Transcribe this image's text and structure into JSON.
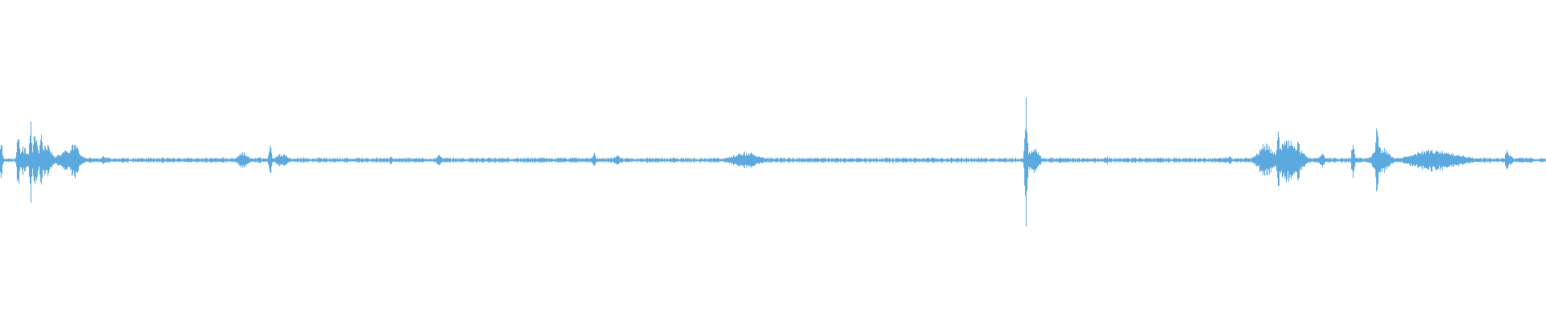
{
  "waveform": {
    "color": "#5ca9e0",
    "background": "#ffffff",
    "type": "audio-waveform",
    "amplitude_range": [
      -1,
      1
    ],
    "baseline_noise": 0.012,
    "events": [
      {
        "t": 0.0005,
        "amp": 0.14,
        "dur": 0.001
      },
      {
        "t": 0.0115,
        "amp": 0.2,
        "dur": 0.001
      },
      {
        "t": 0.015,
        "amp": 0.1,
        "dur": 0.003
      },
      {
        "t": 0.0195,
        "amp": 0.3,
        "dur": 0.001
      },
      {
        "t": 0.0225,
        "amp": 0.18,
        "dur": 0.002
      },
      {
        "t": 0.0265,
        "amp": 0.28,
        "dur": 0.001
      },
      {
        "t": 0.03,
        "amp": 0.12,
        "dur": 0.004
      },
      {
        "t": 0.044,
        "amp": 0.08,
        "dur": 0.008
      },
      {
        "t": 0.048,
        "amp": 0.14,
        "dur": 0.003
      },
      {
        "t": 0.067,
        "amp": 0.03,
        "dur": 0.002
      },
      {
        "t": 0.157,
        "amp": 0.06,
        "dur": 0.004
      },
      {
        "t": 0.1745,
        "amp": 0.13,
        "dur": 0.001
      },
      {
        "t": 0.182,
        "amp": 0.05,
        "dur": 0.004
      },
      {
        "t": 0.2525,
        "amp": 0.03,
        "dur": 0.001
      },
      {
        "t": 0.284,
        "amp": 0.04,
        "dur": 0.002
      },
      {
        "t": 0.384,
        "amp": 0.06,
        "dur": 0.001
      },
      {
        "t": 0.399,
        "amp": 0.04,
        "dur": 0.002
      },
      {
        "t": 0.482,
        "amp": 0.06,
        "dur": 0.01
      },
      {
        "t": 0.54,
        "amp": 0.02,
        "dur": 0.001
      },
      {
        "t": 0.6635,
        "amp": 0.5,
        "dur": 0.001
      },
      {
        "t": 0.668,
        "amp": 0.1,
        "dur": 0.004
      },
      {
        "t": 0.716,
        "amp": 0.03,
        "dur": 0.001
      },
      {
        "t": 0.749,
        "amp": 0.02,
        "dur": 0.002
      },
      {
        "t": 0.769,
        "amp": 0.02,
        "dur": 0.002
      },
      {
        "t": 0.7955,
        "amp": 0.04,
        "dur": 0.001
      },
      {
        "t": 0.8185,
        "amp": 0.12,
        "dur": 0.006
      },
      {
        "t": 0.8265,
        "amp": 0.3,
        "dur": 0.001
      },
      {
        "t": 0.834,
        "amp": 0.16,
        "dur": 0.008
      },
      {
        "t": 0.8395,
        "amp": 0.18,
        "dur": 0.001
      },
      {
        "t": 0.855,
        "amp": 0.05,
        "dur": 0.002
      },
      {
        "t": 0.875,
        "amp": 0.18,
        "dur": 0.001
      },
      {
        "t": 0.8905,
        "amp": 0.36,
        "dur": 0.001
      },
      {
        "t": 0.893,
        "amp": 0.1,
        "dur": 0.006
      },
      {
        "t": 0.9285,
        "amp": 0.08,
        "dur": 0.018
      },
      {
        "t": 0.9745,
        "amp": 0.11,
        "dur": 0.001
      },
      {
        "t": 0.976,
        "amp": 0.04,
        "dur": 0.003
      }
    ]
  }
}
